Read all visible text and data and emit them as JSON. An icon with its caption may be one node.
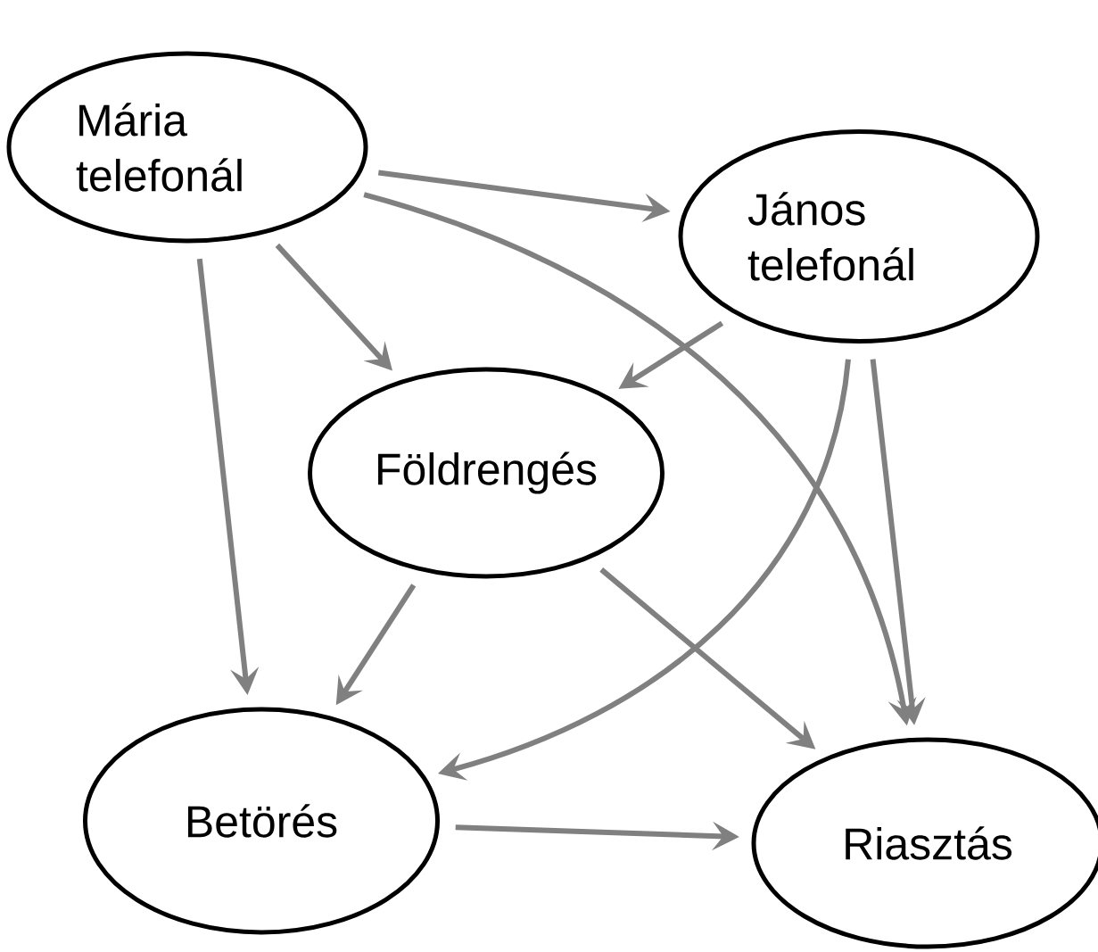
{
  "diagram": {
    "nodes": [
      {
        "text": [
          "Mária telefonál"
        ]
      },
      {
        "text": [
          "János telefonál"
        ]
      },
      {
        "text": [
          "Földrengés"
        ]
      },
      {
        "text": [
          "Betörés"
        ]
      },
      {
        "text": [
          "Riasztás"
        ]
      }
    ],
    "edges": [
      {
        "from": 0,
        "to": 1,
        "arrow": "to"
      },
      {
        "from": 0,
        "to": 4,
        "arrow": "to"
      },
      {
        "from": 0,
        "to": 2,
        "arrow": "to"
      },
      {
        "from": 0,
        "to": 3,
        "arrow": "to"
      },
      {
        "from": 1,
        "to": 2,
        "arrow": "to"
      },
      {
        "from": 1,
        "to": 3,
        "arrow": "to"
      },
      {
        "from": 1,
        "to": 4,
        "arrow": "to"
      },
      {
        "from": 2,
        "to": 3,
        "arrow": "to"
      },
      {
        "from": 2,
        "to": 4,
        "arrow": "to"
      },
      {
        "from": 3,
        "to": 4,
        "arrow": "to"
      }
    ]
  }
}
